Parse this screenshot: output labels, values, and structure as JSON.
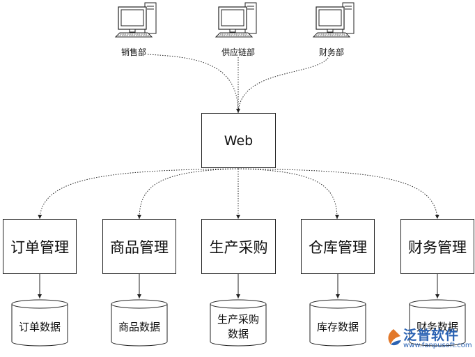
{
  "departments": [
    "销售部",
    "供应链部",
    "财务部"
  ],
  "web": "Web",
  "modules": [
    "订单管理",
    "商品管理",
    "生产采购",
    "仓库管理",
    "财务管理"
  ],
  "databases": [
    {
      "line1": "订单数据",
      "line2": ""
    },
    {
      "line1": "商品数据",
      "line2": ""
    },
    {
      "line1": "生产采购",
      "line2": "数据"
    },
    {
      "line1": "库存数据",
      "line2": ""
    },
    {
      "line1": "财务数据",
      "line2": ""
    }
  ],
  "watermark": {
    "name": "泛普软件",
    "url": "www.fanpusoft.com",
    "color": "#2a62b3"
  },
  "icons": {
    "computer": "desktop-computer-icon",
    "logo": "fanpu-logo-icon"
  }
}
